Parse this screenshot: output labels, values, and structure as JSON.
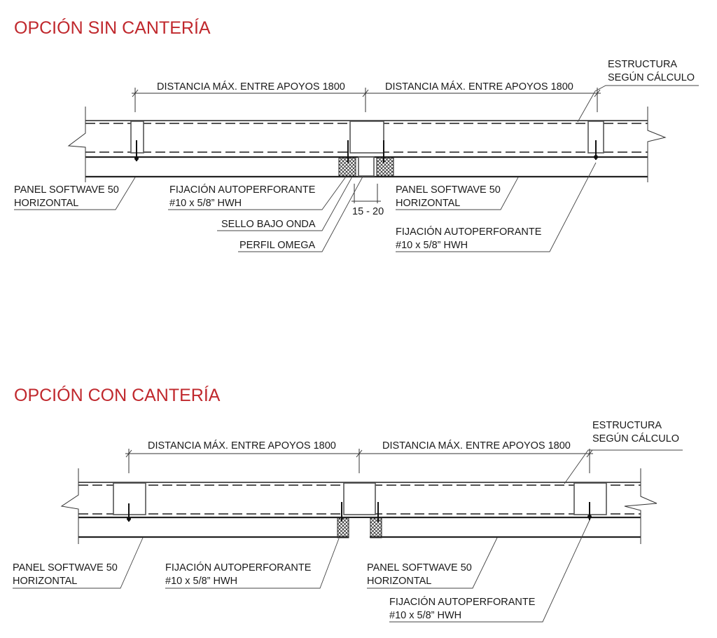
{
  "sin_canteria": {
    "title": "OPCIÓN SIN CANTERÍA",
    "dim_left": "DISTANCIA MÁX. ENTRE APOYOS 1800",
    "dim_right": "DISTANCIA MÁX. ENTRE APOYOS 1800",
    "estructura_1": "ESTRUCTURA",
    "estructura_2": "SEGÚN CÁLCULO",
    "panel_left_1": "PANEL SOFTWAVE 50",
    "panel_left_2": "HORIZONTAL",
    "fijacion_left_1": "FIJACIÓN AUTOPERFORANTE",
    "fijacion_left_2": "#10 x 5/8” HWH",
    "sello": "SELLO BAJO ONDA",
    "perfil": "PERFIL OMEGA",
    "gap": "15 - 20",
    "panel_right_1": "PANEL SOFTWAVE 50",
    "panel_right_2": "HORIZONTAL",
    "fijacion_right_1": "FIJACIÓN AUTOPERFORANTE",
    "fijacion_right_2": "#10 x 5/8” HWH"
  },
  "con_canteria": {
    "title": "OPCIÓN CON CANTERÍA",
    "dim_left": "DISTANCIA MÁX. ENTRE APOYOS 1800",
    "dim_right": "DISTANCIA MÁX. ENTRE APOYOS 1800",
    "estructura_1": "ESTRUCTURA",
    "estructura_2": "SEGÚN CÁLCULO",
    "panel_left_1": "PANEL SOFTWAVE 50",
    "panel_left_2": "HORIZONTAL",
    "fijacion_left_1": "FIJACIÓN AUTOPERFORANTE",
    "fijacion_left_2": "#10 x 5/8” HWH",
    "panel_right_1": "PANEL SOFTWAVE 50",
    "panel_right_2": "HORIZONTAL",
    "fijacion_right_1": "FIJACIÓN AUTOPERFORANTE",
    "fijacion_right_2": "#10 x 5/8” HWH"
  },
  "colors": {
    "title": "#c0282d",
    "line": "#333333"
  }
}
